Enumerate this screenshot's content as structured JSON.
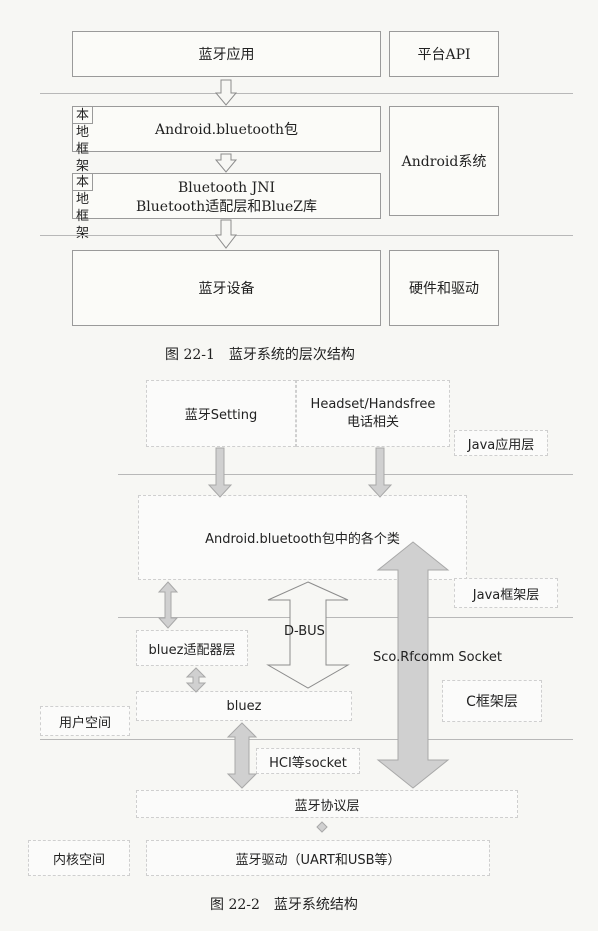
{
  "fig1": {
    "app": "蓝牙应用",
    "platform_api": "平台API",
    "local_framework_1": "本地框架",
    "android_bt_pkg": "Android.bluetooth包",
    "android_system": "Android系统",
    "local_framework_2": "本地框架",
    "bt_jni": "Bluetooth JNI",
    "bt_adapter_bluez": "Bluetooth适配层和BlueZ库",
    "bt_device": "蓝牙设备",
    "hw_driver": "硬件和驱动",
    "caption": "图 22-1　蓝牙系统的层次结构"
  },
  "fig2": {
    "bt_setting": "蓝牙Setting",
    "headset_handsfree": "Headset/Handsfree",
    "phone_related": "电话相关",
    "java_app_layer": "Java应用层",
    "android_bt_classes": "Android.bluetooth包中的各个类",
    "java_framework_layer": "Java框架层",
    "d_bus": "D-BUS",
    "sco_rfcomm": "Sco.Rfcomm Socket",
    "bluez_adapter": "bluez适配器层",
    "user_space": "用户空间",
    "bluez": "bluez",
    "c_framework_layer": "C框架层",
    "hci_socket": "HCI等socket",
    "bt_protocol_layer": "蓝牙协议层",
    "kernel_space": "内核空间",
    "bt_driver": "蓝牙驱动（UART和USB等）",
    "caption": "图 22-2　蓝牙系统结构"
  },
  "colors": {
    "arrow_fill": "#d0d0d0",
    "arrow_stroke": "#a8a8a8",
    "line": "#b8b8b8"
  }
}
